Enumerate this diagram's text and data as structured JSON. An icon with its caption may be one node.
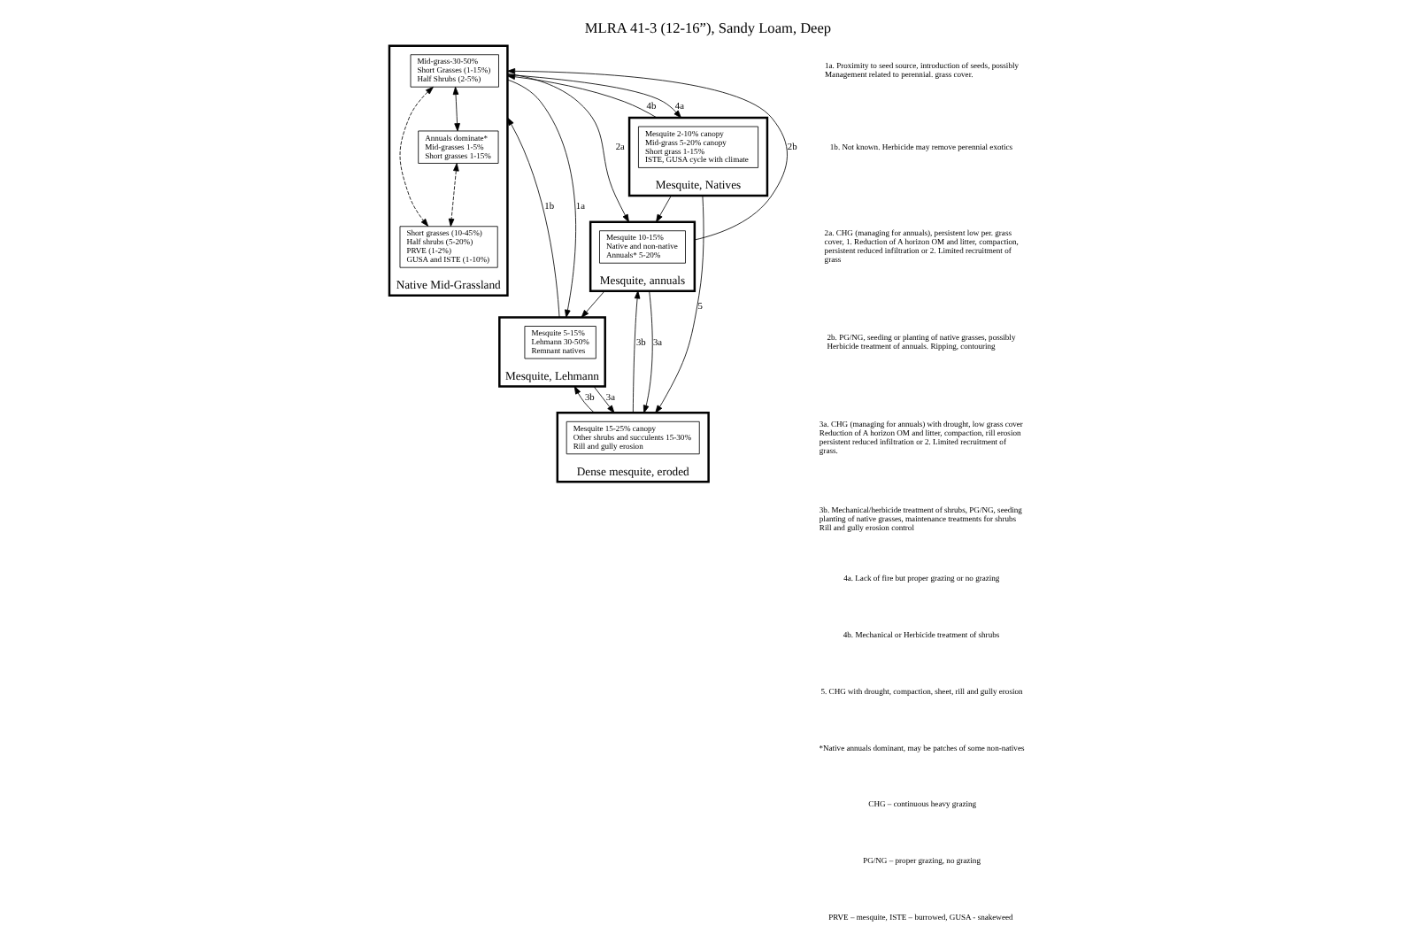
{
  "diagram": {
    "title": "MLRA 41-3 (12-16”), Sandy Loam, Deep",
    "nodes": [
      {
        "text": [
          "Native Mid-Grassland"
        ]
      },
      {
        "text": [
          "Mid-grass-30-50%",
          "Short Grasses (1-15%)",
          "Half Shrubs (2-5%)"
        ],
        "in": 0
      },
      {
        "text": [
          "Short grasses (10-45%)",
          "Half shrubs (5-20%)",
          "PRVE (1-2%)",
          "GUSA and ISTE (1-10%)"
        ],
        "in": 0
      },
      {
        "text": [
          "Annuals dominate*",
          "Mid-grasses 1-5%",
          "Short grasses 1-15%"
        ],
        "in": 0
      },
      {
        "text": [
          "Mesquite, Natives"
        ]
      },
      {
        "text": [
          "Mesquite 2-10% canopy",
          "Mid-grass 5-20% canopy",
          "Short grass 1-15%",
          "ISTE, GUSA cycle with climate"
        ],
        "in": 4
      },
      {
        "text": [
          "Mesquite, Lehmann"
        ]
      },
      {
        "text": [
          "Mesquite 5-15%",
          "Lehmann 30-50%",
          "Remnant natives"
        ],
        "in": 6
      },
      {
        "text": [
          "Mesquite, annuals"
        ]
      },
      {
        "text": [
          "Mesquite 10-15%",
          "Native and non-native",
          "Annuals* 5-20%"
        ],
        "in": 8
      },
      {
        "text": [
          "Dense mesquite, eroded"
        ]
      },
      {
        "text": [
          "Mesquite 15-25% canopy",
          "Other shrubs and succulents 15-30%",
          "Rill and gully erosion"
        ],
        "in": 10
      }
    ],
    "edges": [
      {
        "from": 1,
        "to": 2,
        "arrow": "both",
        "style": "dashed"
      },
      {
        "from": 1,
        "to": 3,
        "arrow": "both"
      },
      {
        "from": 3,
        "to": 2,
        "arrow": "both",
        "style": "dashed"
      },
      {
        "from": 0,
        "to": 4,
        "arrow": "to",
        "label": "4a"
      },
      {
        "from": 4,
        "to": 0,
        "arrow": "to",
        "label": "4b"
      },
      {
        "from": 0,
        "to": 6,
        "arrow": "to",
        "label": "1a"
      },
      {
        "from": 6,
        "to": 0,
        "arrow": "to",
        "label": "1b"
      },
      {
        "from": 0,
        "to": 8,
        "arrow": "to",
        "label": "2a"
      },
      {
        "from": 8,
        "to": 0,
        "arrow": "to",
        "label": "2b"
      },
      {
        "from": 4,
        "to": 8,
        "arrow": "to"
      },
      {
        "from": 4,
        "to": 10,
        "arrow": "to",
        "label": "5"
      },
      {
        "from": 8,
        "to": 6,
        "arrow": "to"
      },
      {
        "from": 6,
        "to": 10,
        "arrow": "to",
        "label": "3a"
      },
      {
        "from": 10,
        "to": 6,
        "arrow": "to",
        "label": "3b"
      },
      {
        "from": 8,
        "to": 10,
        "arrow": "to",
        "label": "3a"
      },
      {
        "from": 10,
        "to": 8,
        "arrow": "to",
        "label": "3b"
      }
    ],
    "labels": [
      "1a. Proximity to seed source, introduction of seeds, possibly Management related to perennial. grass cover.",
      "1b. Not known. Herbicide may remove perennial exotics",
      "2a. CHG (managing for annuals), persistent low per. grass cover, 1. Reduction of A horizon OM and litter, compaction, persistent reduced infiltration or 2. Limited recruitment of grass",
      "2b. PG/NG, seeding or planting of native grasses, possibly Herbicide treatment of annuals. Ripping, contouring",
      "3a. CHG (managing for annuals) with drought, low grass cover Reduction of A horizon OM and litter, compaction, rill erosion persistent reduced infiltration or 2. Limited recruitment of grass.",
      "3b. Mechanical/herbicide treatment of shrubs, PG/NG, seeding planting of native grasses, maintenance treatments for shrubs Rill and gully erosion control",
      "4a. Lack of fire but proper grazing or no grazing",
      "4b. Mechanical or Herbicide treatment of shrubs",
      "5. CHG with drought, compaction, sheet, rill and gully erosion",
      "*Native annuals dominant, may be patches of some non-natives",
      "CHG – continuous heavy grazing",
      "PG/NG – proper grazing, no grazing",
      "PRVE – mesquite, ISTE – burrowed, GUSA - snakeweed"
    ]
  }
}
